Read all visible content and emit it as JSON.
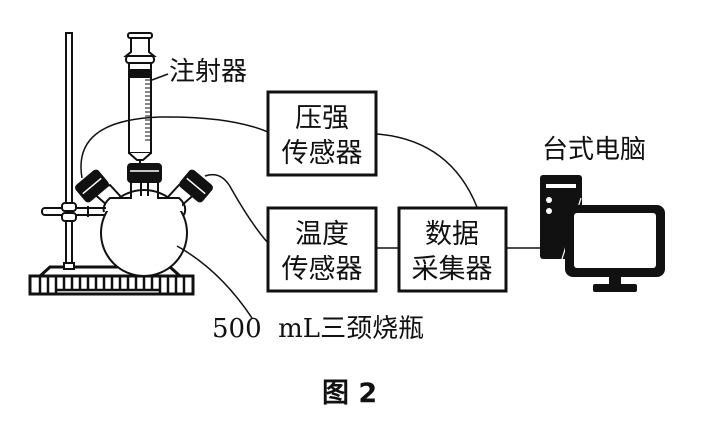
{
  "figure": {
    "caption": "图 2",
    "labels": {
      "syringe": "注射器",
      "flask": "500  mL三颈烧瓶",
      "computer": "台式电脑"
    },
    "boxes": {
      "pressure_sensor": {
        "line1": "压强",
        "line2": "传感器"
      },
      "temperature_sensor": {
        "line1": "温度",
        "line2": "传感器"
      },
      "data_collector": {
        "line1": "数据",
        "line2": "采集器"
      }
    }
  }
}
